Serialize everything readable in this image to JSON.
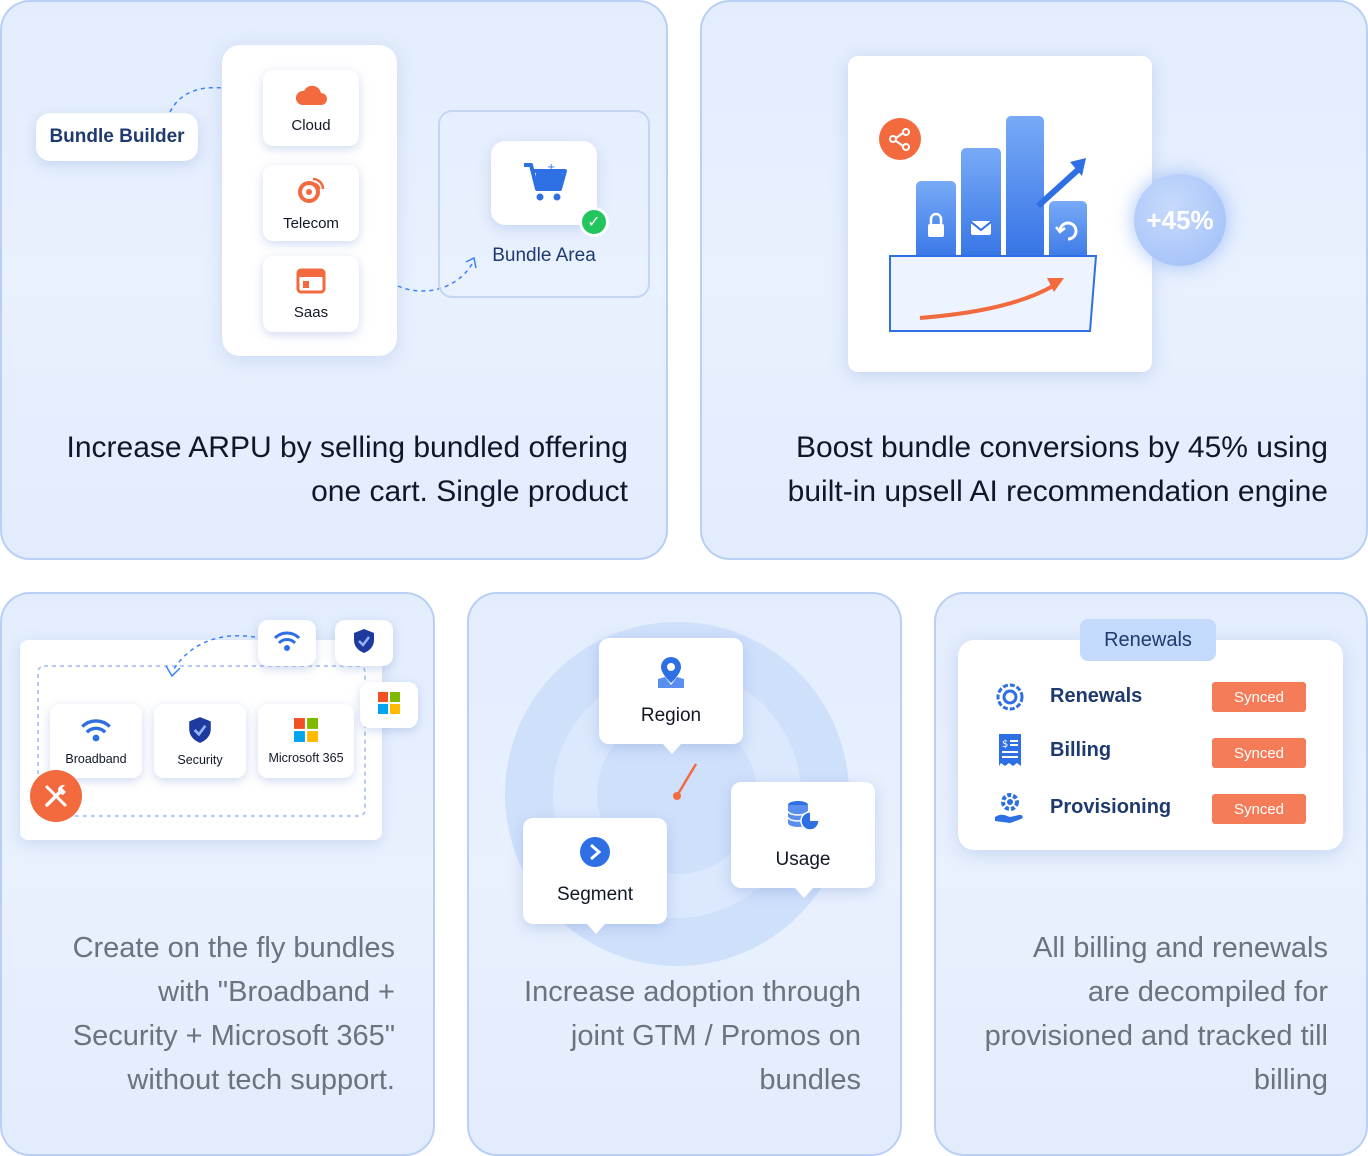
{
  "card1": {
    "bundle_builder": "Bundle Builder",
    "tiles": [
      "Cloud",
      "Telecom",
      "Saas"
    ],
    "bundle_area": "Bundle Area",
    "headline_line1": "Increase ARPU by selling bundled offering",
    "headline_line2": "one cart. Single product"
  },
  "card2": {
    "boost_badge": "+45%",
    "headline_line1": "Boost bundle conversions by 45% using",
    "headline_line2": "built-in upsell AI recommendation engine"
  },
  "card3": {
    "items": [
      "Broadband",
      "Security",
      "Microsoft 365"
    ],
    "text_lines": [
      "Create on the fly bundles",
      "with \"Broadband +",
      "Security + Microsoft 365\"",
      "without tech support."
    ]
  },
  "card4": {
    "bubbles": [
      "Region",
      "Segment",
      "Usage"
    ],
    "text_lines": [
      "Increase adoption through",
      "joint GTM / Promos on",
      "bundles"
    ]
  },
  "card5": {
    "tab": "Renewals",
    "rows": [
      {
        "label": "Renewals",
        "status": "Synced"
      },
      {
        "label": "Billing",
        "status": "Synced"
      },
      {
        "label": "Provisioning",
        "status": "Synced"
      }
    ],
    "text_lines": [
      "All billing and renewals",
      "are decompiled for",
      "provisioned and tracked till",
      "billing"
    ]
  },
  "colors": {
    "accent_orange": "#f26a3e",
    "brand_blue": "#2f6fe4",
    "navy_text": "#1e3a6e",
    "success_green": "#22c55e"
  },
  "icons": [
    "cloud-icon",
    "satellite-icon",
    "browser-window-icon",
    "cart-icon",
    "check-icon",
    "share-icon",
    "lock-icon",
    "mail-icon",
    "refresh-icon",
    "trend-arrow-icon",
    "wifi-icon",
    "shield-icon",
    "windows-logo-icon",
    "wrench-icon",
    "location-pin-icon",
    "chevron-circle-icon",
    "database-pie-icon",
    "gear-icon",
    "invoice-icon",
    "hand-gear-icon"
  ]
}
